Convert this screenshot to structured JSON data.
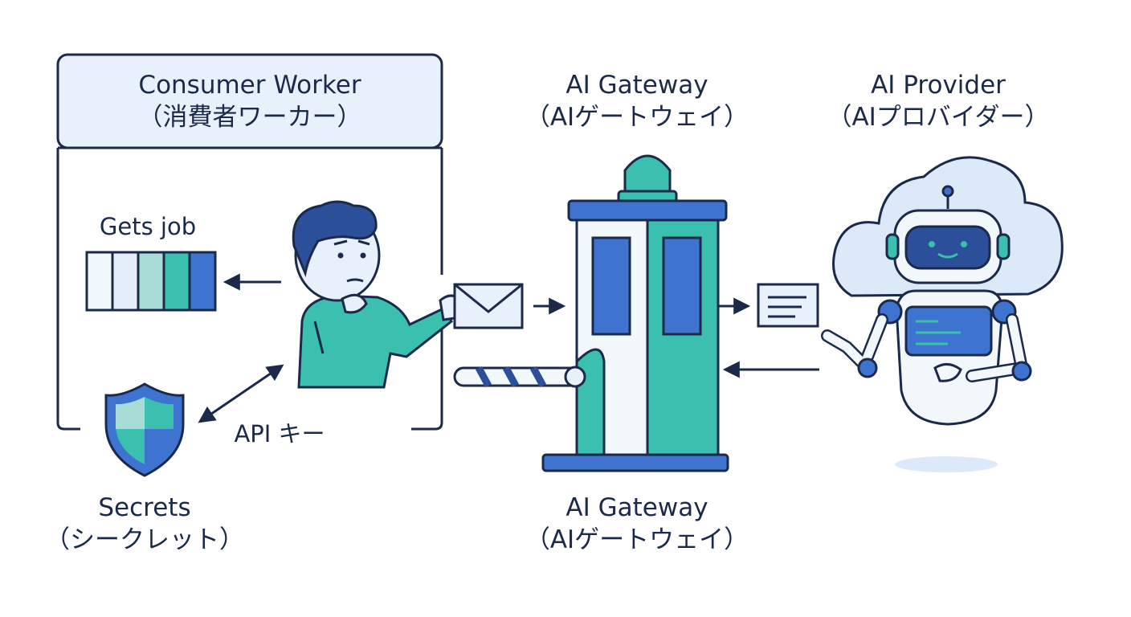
{
  "consumer_worker": {
    "title": "Consumer Worker",
    "subtitle": "（消費者ワーカー）"
  },
  "gets_job": "Gets job",
  "api_key": "API キー",
  "secrets": {
    "title": "Secrets",
    "subtitle": "（シークレット）"
  },
  "gateway_top": {
    "title": "AI Gateway",
    "subtitle": "（AIゲートウェイ）"
  },
  "gateway_bottom": {
    "title": "AI Gateway",
    "subtitle": "（AIゲートウェイ）"
  },
  "provider": {
    "title": "AI Provider",
    "subtitle": "（AIプロバイダー）"
  },
  "colors": {
    "outline": "#1b2a4a",
    "teal": "#3bbfae",
    "blue": "#3e74cf",
    "light_blue": "#e8f1fb",
    "cloud": "#dce9f8"
  }
}
